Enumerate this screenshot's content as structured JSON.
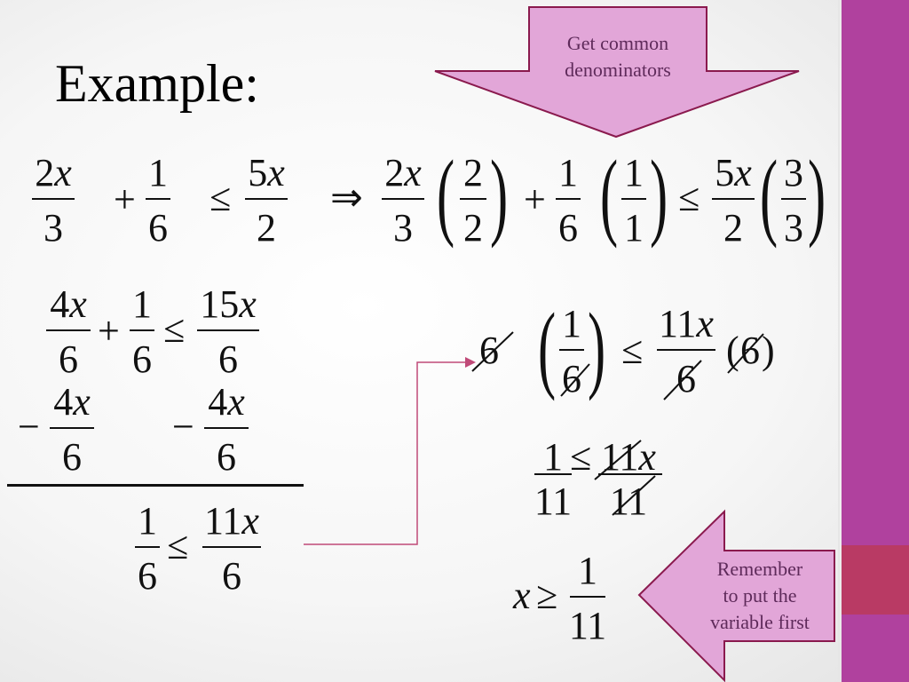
{
  "slide": {
    "title": "Example:",
    "callouts": {
      "top": [
        "Get common",
        "denominators"
      ],
      "bottom": [
        "Remember",
        "to put the",
        "variable first"
      ]
    },
    "colors": {
      "side_bar": "#b0419e",
      "side_accent": "#b93a64",
      "callout_fill": "#e2a6d8",
      "callout_stroke": "#8a1a4e",
      "arrow_line": "#c04a78"
    },
    "math": {
      "two": "2",
      "three": "3",
      "one": "1",
      "six": "6",
      "five": "5",
      "four": "4",
      "fifteen": "15",
      "eleven": "11",
      "x": "x",
      "plus": "+",
      "minus": "−",
      "leq": "≤",
      "geq": "≥",
      "implies": "⇒",
      "lparen": "(",
      "rparen": ")"
    }
  }
}
